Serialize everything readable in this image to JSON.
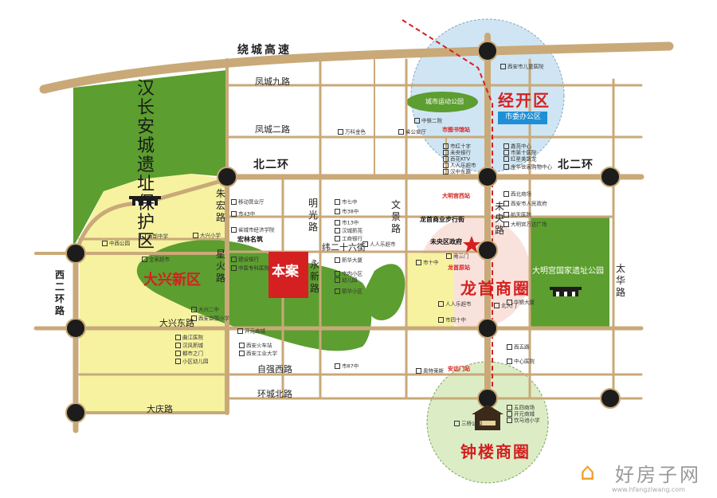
{
  "roads": {
    "ring_north": "绕城高速",
    "fengcheng9": "凤城九路",
    "fengcheng2": "凤城二路",
    "beierhuan_w": "北二环",
    "beierhuan_e": "北二环",
    "xierhuan": "西二环路",
    "zhuhong": "朱宏路",
    "xingxiong": "星火路",
    "mingguang": "明光路",
    "yongxin": "永新路",
    "wenjing": "文景路",
    "wei26": "纬二十六街",
    "weiyang": "未央路",
    "taihua": "太华路",
    "daxingdong": "大兴东路",
    "ziqiang": "自强西路",
    "huanchengbei": "环城北路",
    "daqing": "大庆路"
  },
  "areas": {
    "hanchangan": "汉长安城遗址保护区",
    "daxing": "大兴新区",
    "jingkai": "经开区",
    "longshou": "龙首商圈",
    "zhonglou": "钟楼商圈",
    "daminggong": "大明宫国家遗址公园",
    "city_sport_park": "城市运动公园",
    "gov_office": "市委办公区"
  },
  "project_label": "本案",
  "stations": {
    "shitushuguan": "市图书馆站",
    "damingxi": "大明宫西站",
    "longshouyuan": "龙首原站",
    "anyuanmen": "安远门站",
    "weiyang_gov": "未央区政府",
    "longshou_walk": "龙首商业步行街",
    "hongming": "宏林名筑"
  },
  "pois": [
    "西安市儿童医院",
    "中铁二院",
    "省公安厅",
    "市红十字",
    "未央银行",
    "百花KTV",
    "人人乐超市",
    "汉中东路",
    "鑫苑中心",
    "市第十医院",
    "红星美凯龙",
    "金华世家购物中心",
    "西北商场",
    "西安市人民政府",
    "航天医院",
    "大明宫万达广场",
    "万科金色",
    "移动营业厅",
    "市43中",
    "省城市经济学院",
    "西部中学",
    "市七中",
    "市38中",
    "市13中",
    "汉城新苑",
    "人人乐超市",
    "工商银行",
    "中西公园",
    "全家超市",
    "大兴小学",
    "建设银行",
    "中医专科医院",
    "新华大厦",
    "市内小区",
    "幼儿园",
    "丽华小区",
    "市87中",
    "奥特莱斯",
    "北大门",
    "南三门",
    "西五路",
    "中心医院",
    "五四商场",
    "开元商城",
    "饮马池小学",
    "三桥公园",
    "大兴二中",
    "西安自强小学",
    "曲江医院",
    "汉风新城",
    "都市之门",
    "小区幼儿园",
    "市十中",
    "人人乐超市",
    "华锦大厦",
    "市四十中",
    "西安火车站",
    "西安工业大学",
    "开元商城"
  ],
  "watermark": {
    "main": "好房子网",
    "sub": "www.hfangziwang.com"
  },
  "colors": {
    "road": "#c9a978",
    "green": "#5c9e2f",
    "yellow": "#f6f2a0",
    "circle_blue": "#cfe5f3",
    "circle_pink": "#f8ddd6",
    "circle_green": "#dcedc6",
    "red": "#d42020",
    "node": "#1c1c1c"
  }
}
